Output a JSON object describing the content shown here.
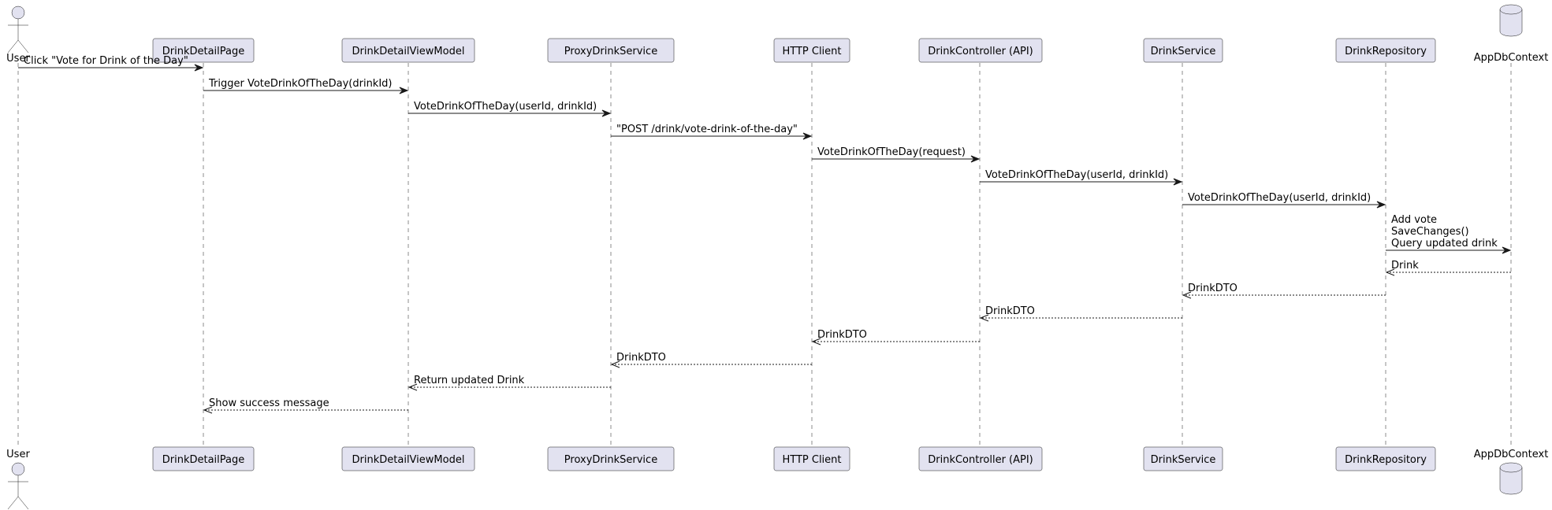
{
  "participants": [
    {
      "id": "user",
      "label": "User",
      "kind": "actor"
    },
    {
      "id": "page",
      "label": "DrinkDetailPage",
      "kind": "participant"
    },
    {
      "id": "vm",
      "label": "DrinkDetailViewModel",
      "kind": "participant"
    },
    {
      "id": "proxy",
      "label": "ProxyDrinkService",
      "kind": "participant"
    },
    {
      "id": "http",
      "label": "HTTP Client",
      "kind": "participant"
    },
    {
      "id": "api",
      "label": "DrinkController (API)",
      "kind": "participant"
    },
    {
      "id": "svc",
      "label": "DrinkService",
      "kind": "participant"
    },
    {
      "id": "repo",
      "label": "DrinkRepository",
      "kind": "participant"
    },
    {
      "id": "db",
      "label": "AppDbContext",
      "kind": "database"
    }
  ],
  "messages": [
    {
      "from": "user",
      "to": "page",
      "type": "call",
      "lines": [
        "Click \"Vote for Drink of the Day\""
      ]
    },
    {
      "from": "page",
      "to": "vm",
      "type": "call",
      "lines": [
        "Trigger VoteDrinkOfTheDay(drinkId)"
      ]
    },
    {
      "from": "vm",
      "to": "proxy",
      "type": "call",
      "lines": [
        "VoteDrinkOfTheDay(userId, drinkId)"
      ]
    },
    {
      "from": "proxy",
      "to": "http",
      "type": "call",
      "lines": [
        "\"POST /drink/vote-drink-of-the-day\""
      ]
    },
    {
      "from": "http",
      "to": "api",
      "type": "call",
      "lines": [
        "VoteDrinkOfTheDay(request)"
      ]
    },
    {
      "from": "api",
      "to": "svc",
      "type": "call",
      "lines": [
        "VoteDrinkOfTheDay(userId, drinkId)"
      ]
    },
    {
      "from": "svc",
      "to": "repo",
      "type": "call",
      "lines": [
        "VoteDrinkOfTheDay(userId, drinkId)"
      ]
    },
    {
      "from": "repo",
      "to": "db",
      "type": "call",
      "lines": [
        "Add vote",
        "SaveChanges()",
        "Query updated drink"
      ]
    },
    {
      "from": "db",
      "to": "repo",
      "type": "return",
      "lines": [
        "Drink"
      ]
    },
    {
      "from": "repo",
      "to": "svc",
      "type": "return",
      "lines": [
        "DrinkDTO"
      ]
    },
    {
      "from": "svc",
      "to": "api",
      "type": "return",
      "lines": [
        "DrinkDTO"
      ]
    },
    {
      "from": "api",
      "to": "http",
      "type": "return",
      "lines": [
        "DrinkDTO"
      ]
    },
    {
      "from": "http",
      "to": "proxy",
      "type": "return",
      "lines": [
        "DrinkDTO"
      ]
    },
    {
      "from": "proxy",
      "to": "vm",
      "type": "return",
      "lines": [
        "Return updated Drink"
      ]
    },
    {
      "from": "vm",
      "to": "page",
      "type": "return",
      "lines": [
        "Show success message"
      ]
    }
  ],
  "colors": {
    "participant_fill": "#E2E2F0",
    "stroke": "#181818",
    "text": "#000000",
    "background": "#FFFFFF"
  }
}
